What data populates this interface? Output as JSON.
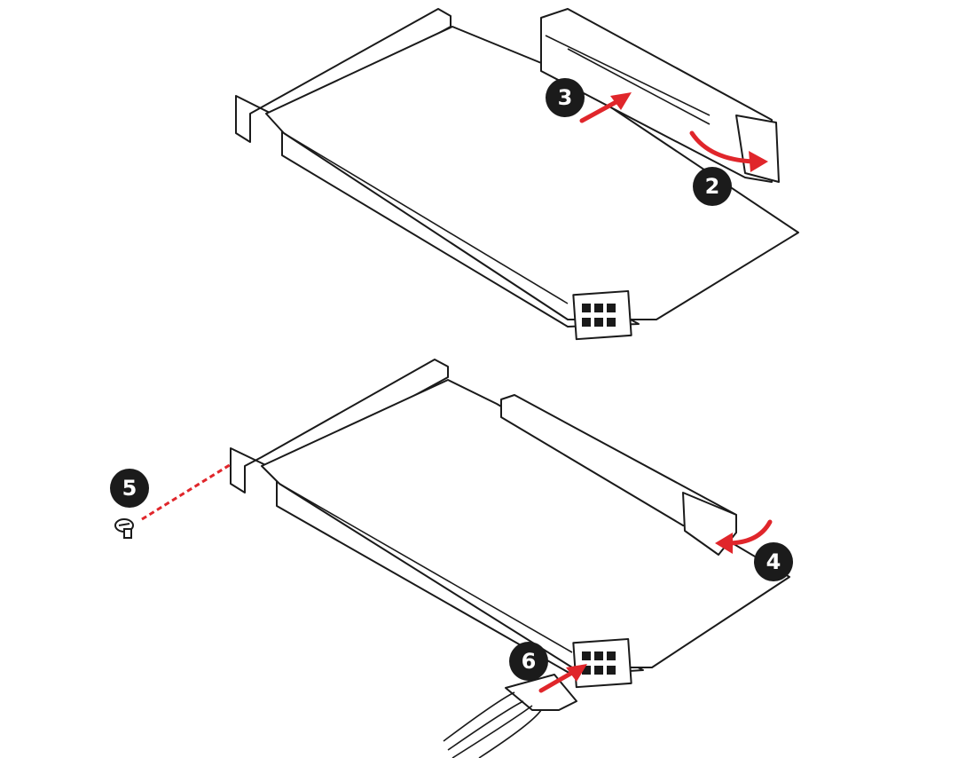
{
  "steps": {
    "step2": "2",
    "step3": "3",
    "step4": "4",
    "step5": "5",
    "step6": "6"
  },
  "colors": {
    "arrow": "#e0262b",
    "badge": "#1b1b1b"
  }
}
